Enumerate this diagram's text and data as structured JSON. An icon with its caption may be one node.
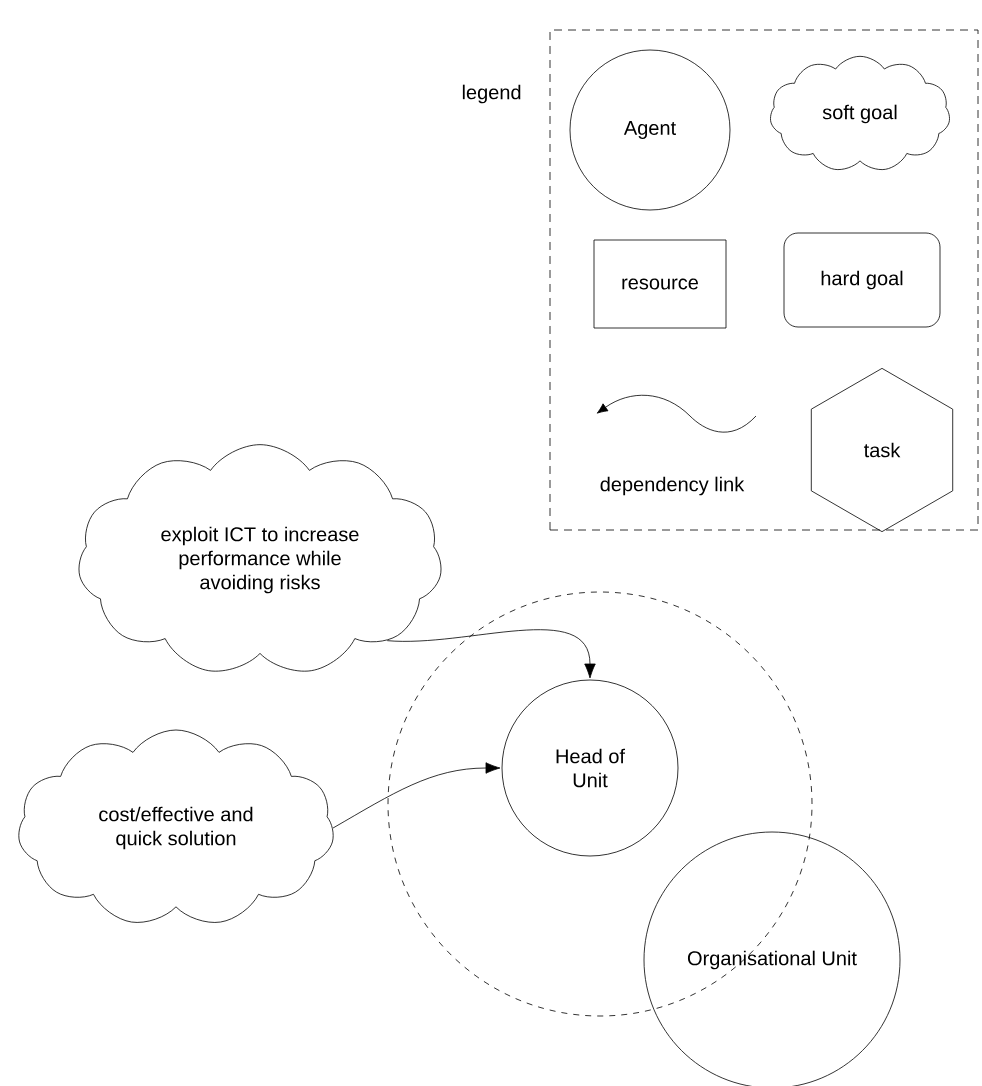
{
  "diagram": {
    "nodes": [
      {
        "text": [
          "legend"
        ]
      },
      {
        "text": [
          "Agent"
        ],
        "in": 0
      },
      {
        "text": [
          "soft goal"
        ],
        "in": 0
      },
      {
        "text": [
          "resource"
        ],
        "in": 0
      },
      {
        "text": [
          "hard goal"
        ],
        "in": 0
      },
      {
        "text": [
          "task"
        ],
        "in": 0
      },
      {
        "text": [
          "exploit ICT to increase performance while avoiding risks"
        ]
      },
      {
        "text": [
          "cost/effective and quick solution"
        ]
      },
      {
        "text": [],
        "shape": "circle"
      },
      {
        "text": [
          "Head of Unit"
        ],
        "in": 8
      },
      {
        "text": [
          "Organisational Unit"
        ]
      }
    ],
    "edges": [
      {
        "from": 6,
        "to": 9,
        "arrow": "to"
      },
      {
        "from": 7,
        "to": 9,
        "arrow": "to"
      }
    ],
    "labels": [
      "dependency link"
    ]
  }
}
